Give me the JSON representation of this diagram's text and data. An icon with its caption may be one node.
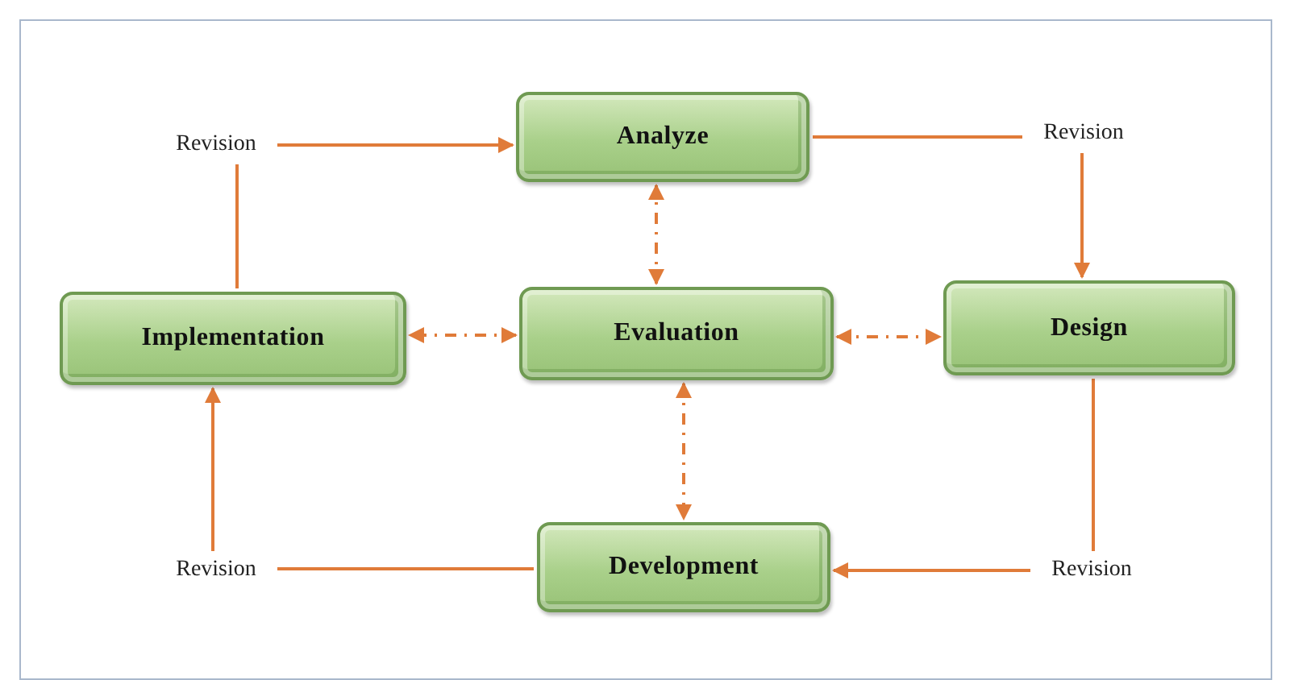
{
  "diagram": {
    "nodes": [
      {
        "text": [
          "Revision"
        ]
      },
      {
        "text": [
          "Analyze"
        ]
      },
      {
        "text": [
          "Revision"
        ]
      },
      {
        "text": [
          "Implementation"
        ]
      },
      {
        "text": [
          "Evaluation"
        ]
      },
      {
        "text": [
          "Design"
        ]
      },
      {
        "text": [
          "Revision"
        ]
      },
      {
        "text": [
          "Development"
        ]
      },
      {
        "text": [
          "Revision"
        ]
      }
    ],
    "edges": [
      {
        "from": 1,
        "to": 2,
        "arrow": "none"
      },
      {
        "from": 2,
        "to": 5,
        "arrow": "to"
      },
      {
        "from": 5,
        "to": 8,
        "arrow": "none"
      },
      {
        "from": 8,
        "to": 7,
        "arrow": "to"
      },
      {
        "from": 7,
        "to": 6,
        "arrow": "none"
      },
      {
        "from": 6,
        "to": 3,
        "arrow": "to"
      },
      {
        "from": 3,
        "to": 0,
        "arrow": "none"
      },
      {
        "from": 0,
        "to": 1,
        "arrow": "to"
      },
      {
        "from": 4,
        "to": 1,
        "arrow": "both",
        "style": "dashed"
      },
      {
        "from": 4,
        "to": 3,
        "arrow": "both",
        "style": "dashed"
      },
      {
        "from": 4,
        "to": 5,
        "arrow": "both",
        "style": "dashed"
      },
      {
        "from": 4,
        "to": 7,
        "arrow": "both",
        "style": "dashed"
      }
    ]
  }
}
